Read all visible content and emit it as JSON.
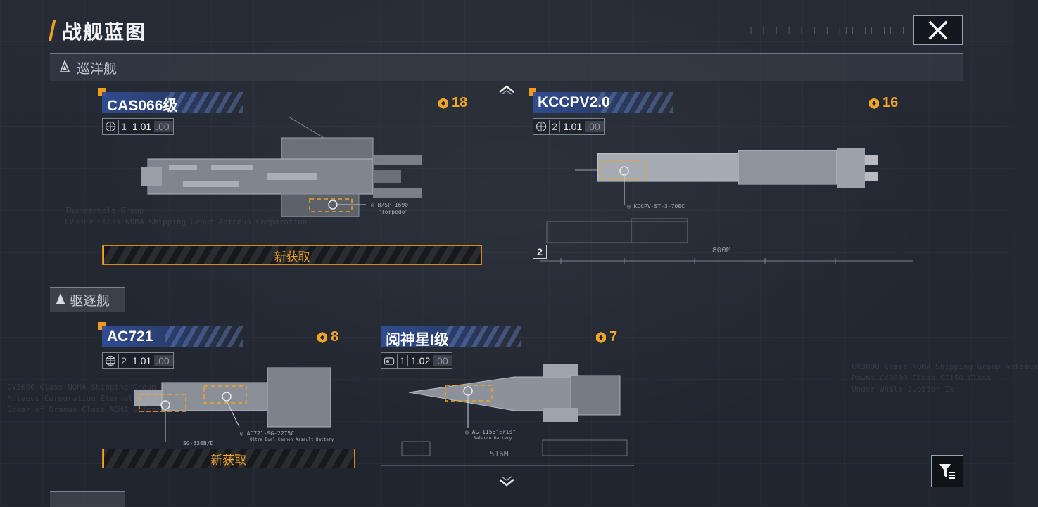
{
  "page": {
    "title": "战舰蓝图"
  },
  "sections": {
    "cruiser": {
      "label": "巡洋舰"
    },
    "destroyer": {
      "label": "驱逐舰"
    }
  },
  "cards": [
    {
      "name": "CAS066级",
      "cost": "18",
      "tier": "1",
      "version": "1.01",
      "version_minor": ".00",
      "status": "新获取",
      "spec_label": "◎ B/SP-1690",
      "spec_sub": "\"Torpedo\""
    },
    {
      "name": "KCCPV2.0",
      "cost": "16",
      "tier": "2",
      "version": "1.01",
      "version_minor": ".00",
      "spec_label": "◎ KCCPV-ST-3-700C",
      "length": "800M",
      "page_badge": "2"
    },
    {
      "name": "AC721",
      "cost": "8",
      "tier": "2",
      "version": "1.01",
      "version_minor": ".00",
      "status": "新获取",
      "spec_label": "SG-330B/D",
      "spec_label2": "◎ AC721-SG-2275C",
      "spec_sub2": "Ultra Dual Cannon Assault Battery"
    },
    {
      "name": "阅神星I级",
      "cost": "7",
      "tier": "1",
      "version": "1.02",
      "version_minor": ".00",
      "spec_label": "◎ AG-1156\"Eris\"",
      "spec_sub": "Balance Battery",
      "length": "516M"
    }
  ],
  "ghost_text": [
    "Thunderbolt Group",
    "CV3000 Class NOMA Shipping Group Antaeus Corporation",
    "CV3000 Class NOMA Shipping Group Antaeus",
    "Antaeus Corporation Eternal Storm",
    "Spear of Uranus Class NOMA Shipping",
    "CV3000 Class NOMA Shipping Group Antaeus",
    "Pawns CV3000 Class SI150 Class",
    "Under Whale Jupiter Ix"
  ],
  "colors": {
    "accent": "#f0a428",
    "name_strip": "#304e96",
    "background": "#242a34"
  },
  "icons": {
    "close": "close-icon",
    "filter": "filter-icon",
    "up": "chevron-up-icon",
    "down": "chevron-down-icon",
    "cost": "fleet-emblem-icon",
    "globe": "globe-icon"
  }
}
